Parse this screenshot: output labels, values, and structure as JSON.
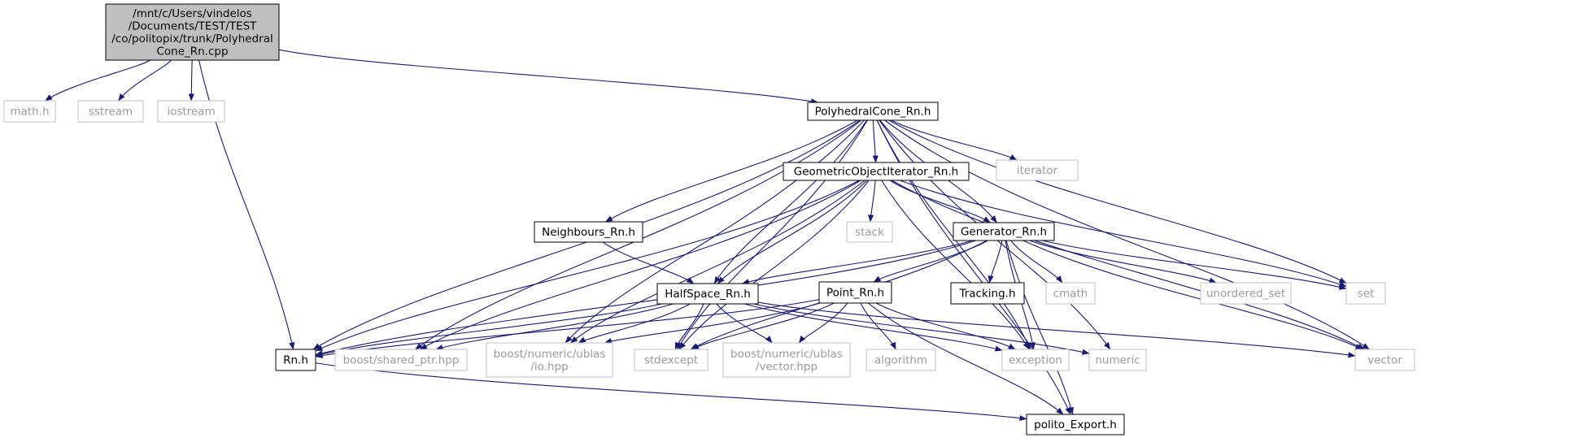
{
  "graph": {
    "title_lines": [
      "/mnt/c/Users/vindelos",
      "/Documents/TEST/TEST",
      "/co/politopix/trunk/Polyhedral",
      "Cone_Rn.cpp"
    ],
    "colors": {
      "edge": "#191970",
      "root_fill": "#bfbfbf",
      "documented_border": "#000000",
      "external_border": "#bfbfbf",
      "external_text": "#9a9a9a"
    },
    "nodes": {
      "root": {
        "lines": [
          "/mnt/c/Users/vindelos",
          "/Documents/TEST/TEST",
          "/co/politopix/trunk/Polyhedral",
          "Cone_Rn.cpp"
        ],
        "kind": "root"
      },
      "math_h": {
        "lines": [
          "math.h"
        ],
        "kind": "external"
      },
      "sstream": {
        "lines": [
          "sstream"
        ],
        "kind": "external"
      },
      "iostream": {
        "lines": [
          "iostream"
        ],
        "kind": "external"
      },
      "polyhedralcone_rn_h": {
        "lines": [
          "PolyhedralCone_Rn.h"
        ],
        "kind": "documented"
      },
      "rn_h": {
        "lines": [
          "Rn.h"
        ],
        "kind": "documented"
      },
      "geometricobjectiterator_rn_h": {
        "lines": [
          "GeometricObjectIterator_Rn.h"
        ],
        "kind": "documented"
      },
      "iterator": {
        "lines": [
          "iterator"
        ],
        "kind": "external"
      },
      "neighbours_rn_h": {
        "lines": [
          "Neighbours_Rn.h"
        ],
        "kind": "documented"
      },
      "stack": {
        "lines": [
          "stack"
        ],
        "kind": "external"
      },
      "generator_rn_h": {
        "lines": [
          "Generator_Rn.h"
        ],
        "kind": "documented"
      },
      "halfspace_rn_h": {
        "lines": [
          "HalfSpace_Rn.h"
        ],
        "kind": "documented"
      },
      "point_rn_h": {
        "lines": [
          "Point_Rn.h"
        ],
        "kind": "documented"
      },
      "tracking_h": {
        "lines": [
          "Tracking.h"
        ],
        "kind": "documented"
      },
      "cmath": {
        "lines": [
          "cmath"
        ],
        "kind": "external"
      },
      "unordered_set": {
        "lines": [
          "unordered_set"
        ],
        "kind": "external"
      },
      "set": {
        "lines": [
          "set"
        ],
        "kind": "external"
      },
      "boost_shared_ptr": {
        "lines": [
          "boost/shared_ptr.hpp"
        ],
        "kind": "external"
      },
      "boost_io": {
        "lines": [
          "boost/numeric/ublas",
          "/io.hpp"
        ],
        "kind": "external"
      },
      "stdexcept": {
        "lines": [
          "stdexcept"
        ],
        "kind": "external"
      },
      "boost_vector": {
        "lines": [
          "boost/numeric/ublas",
          "/vector.hpp"
        ],
        "kind": "external"
      },
      "algorithm": {
        "lines": [
          "algorithm"
        ],
        "kind": "external"
      },
      "exception": {
        "lines": [
          "exception"
        ],
        "kind": "external"
      },
      "numeric": {
        "lines": [
          "numeric"
        ],
        "kind": "external"
      },
      "vector": {
        "lines": [
          "vector"
        ],
        "kind": "external"
      },
      "polito_export_h": {
        "lines": [
          "polito_Export.h"
        ],
        "kind": "documented"
      }
    },
    "edges": [
      [
        "root",
        "math_h"
      ],
      [
        "root",
        "sstream"
      ],
      [
        "root",
        "iostream"
      ],
      [
        "root",
        "rn_h"
      ],
      [
        "root",
        "polyhedralcone_rn_h"
      ],
      [
        "polyhedralcone_rn_h",
        "geometricobjectiterator_rn_h"
      ],
      [
        "polyhedralcone_rn_h",
        "iterator"
      ],
      [
        "polyhedralcone_rn_h",
        "neighbours_rn_h"
      ],
      [
        "polyhedralcone_rn_h",
        "generator_rn_h"
      ],
      [
        "polyhedralcone_rn_h",
        "halfspace_rn_h"
      ],
      [
        "polyhedralcone_rn_h",
        "rn_h"
      ],
      [
        "polyhedralcone_rn_h",
        "boost_shared_ptr"
      ],
      [
        "polyhedralcone_rn_h",
        "boost_io"
      ],
      [
        "polyhedralcone_rn_h",
        "stdexcept"
      ],
      [
        "polyhedralcone_rn_h",
        "set"
      ],
      [
        "polyhedralcone_rn_h",
        "exception"
      ],
      [
        "polyhedralcone_rn_h",
        "numeric"
      ],
      [
        "polyhedralcone_rn_h",
        "vector"
      ],
      [
        "polyhedralcone_rn_h",
        "polito_export_h"
      ],
      [
        "geometricobjectiterator_rn_h",
        "stack"
      ],
      [
        "geometricobjectiterator_rn_h",
        "generator_rn_h"
      ],
      [
        "geometricobjectiterator_rn_h",
        "halfspace_rn_h"
      ],
      [
        "geometricobjectiterator_rn_h",
        "rn_h"
      ],
      [
        "geometricobjectiterator_rn_h",
        "boost_shared_ptr"
      ],
      [
        "geometricobjectiterator_rn_h",
        "boost_io"
      ],
      [
        "geometricobjectiterator_rn_h",
        "stdexcept"
      ],
      [
        "geometricobjectiterator_rn_h",
        "exception"
      ],
      [
        "geometricobjectiterator_rn_h",
        "set"
      ],
      [
        "geometricobjectiterator_rn_h",
        "vector"
      ],
      [
        "neighbours_rn_h",
        "halfspace_rn_h"
      ],
      [
        "generator_rn_h",
        "halfspace_rn_h"
      ],
      [
        "generator_rn_h",
        "point_rn_h"
      ],
      [
        "generator_rn_h",
        "tracking_h"
      ],
      [
        "generator_rn_h",
        "cmath"
      ],
      [
        "generator_rn_h",
        "unordered_set"
      ],
      [
        "generator_rn_h",
        "set"
      ],
      [
        "generator_rn_h",
        "rn_h"
      ],
      [
        "generator_rn_h",
        "stdexcept"
      ],
      [
        "generator_rn_h",
        "exception"
      ],
      [
        "generator_rn_h",
        "vector"
      ],
      [
        "generator_rn_h",
        "polito_export_h"
      ],
      [
        "halfspace_rn_h",
        "rn_h"
      ],
      [
        "halfspace_rn_h",
        "boost_shared_ptr"
      ],
      [
        "halfspace_rn_h",
        "boost_io"
      ],
      [
        "halfspace_rn_h",
        "stdexcept"
      ],
      [
        "halfspace_rn_h",
        "boost_vector"
      ],
      [
        "halfspace_rn_h",
        "exception"
      ],
      [
        "halfspace_rn_h",
        "numeric"
      ],
      [
        "halfspace_rn_h",
        "vector"
      ],
      [
        "point_rn_h",
        "rn_h"
      ],
      [
        "point_rn_h",
        "boost_io"
      ],
      [
        "point_rn_h",
        "stdexcept"
      ],
      [
        "point_rn_h",
        "boost_vector"
      ],
      [
        "point_rn_h",
        "algorithm"
      ],
      [
        "point_rn_h",
        "exception"
      ],
      [
        "point_rn_h",
        "polito_export_h"
      ],
      [
        "rn_h",
        "polito_export_h"
      ]
    ]
  }
}
